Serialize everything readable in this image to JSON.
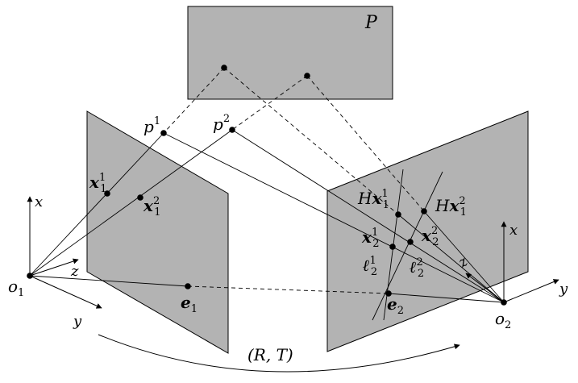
{
  "diagram": {
    "plane_label": "P",
    "points": {
      "p1": "p",
      "p1_sup": "1",
      "p2": "p",
      "p2_sup": "2"
    },
    "camera1": {
      "origin": "o",
      "origin_sub": "1",
      "axis_x": "x",
      "axis_y": "y",
      "axis_z": "z",
      "x11": "x",
      "x11_sub": "1",
      "x11_sup": "1",
      "x12": "x",
      "x12_sub": "1",
      "x12_sup": "2",
      "epipole": "e",
      "epipole_sub": "1"
    },
    "camera2": {
      "origin": "o",
      "origin_sub": "2",
      "axis_x": "x",
      "axis_y": "y",
      "axis_z": "z",
      "hx1": "H",
      "hx1_v": "x",
      "hx1_sub": "1",
      "hx1_sup": "1",
      "hx2": "H",
      "hx2_v": "x",
      "hx2_sub": "1",
      "hx2_sup": "2",
      "x21": "x",
      "x21_sub": "2",
      "x21_sup": "1",
      "x22": "x",
      "x22_sub": "2",
      "x22_sup": "2",
      "l21": "ℓ",
      "l21_sub": "2",
      "l21_sup": "1",
      "l22": "ℓ",
      "l22_sub": "2",
      "l22_sup": "2",
      "epipole": "e",
      "epipole_sub": "2"
    },
    "motion_label": "(R, T)",
    "colors": {
      "plane_fill": "#b3b3b3",
      "line": "#000000"
    }
  }
}
